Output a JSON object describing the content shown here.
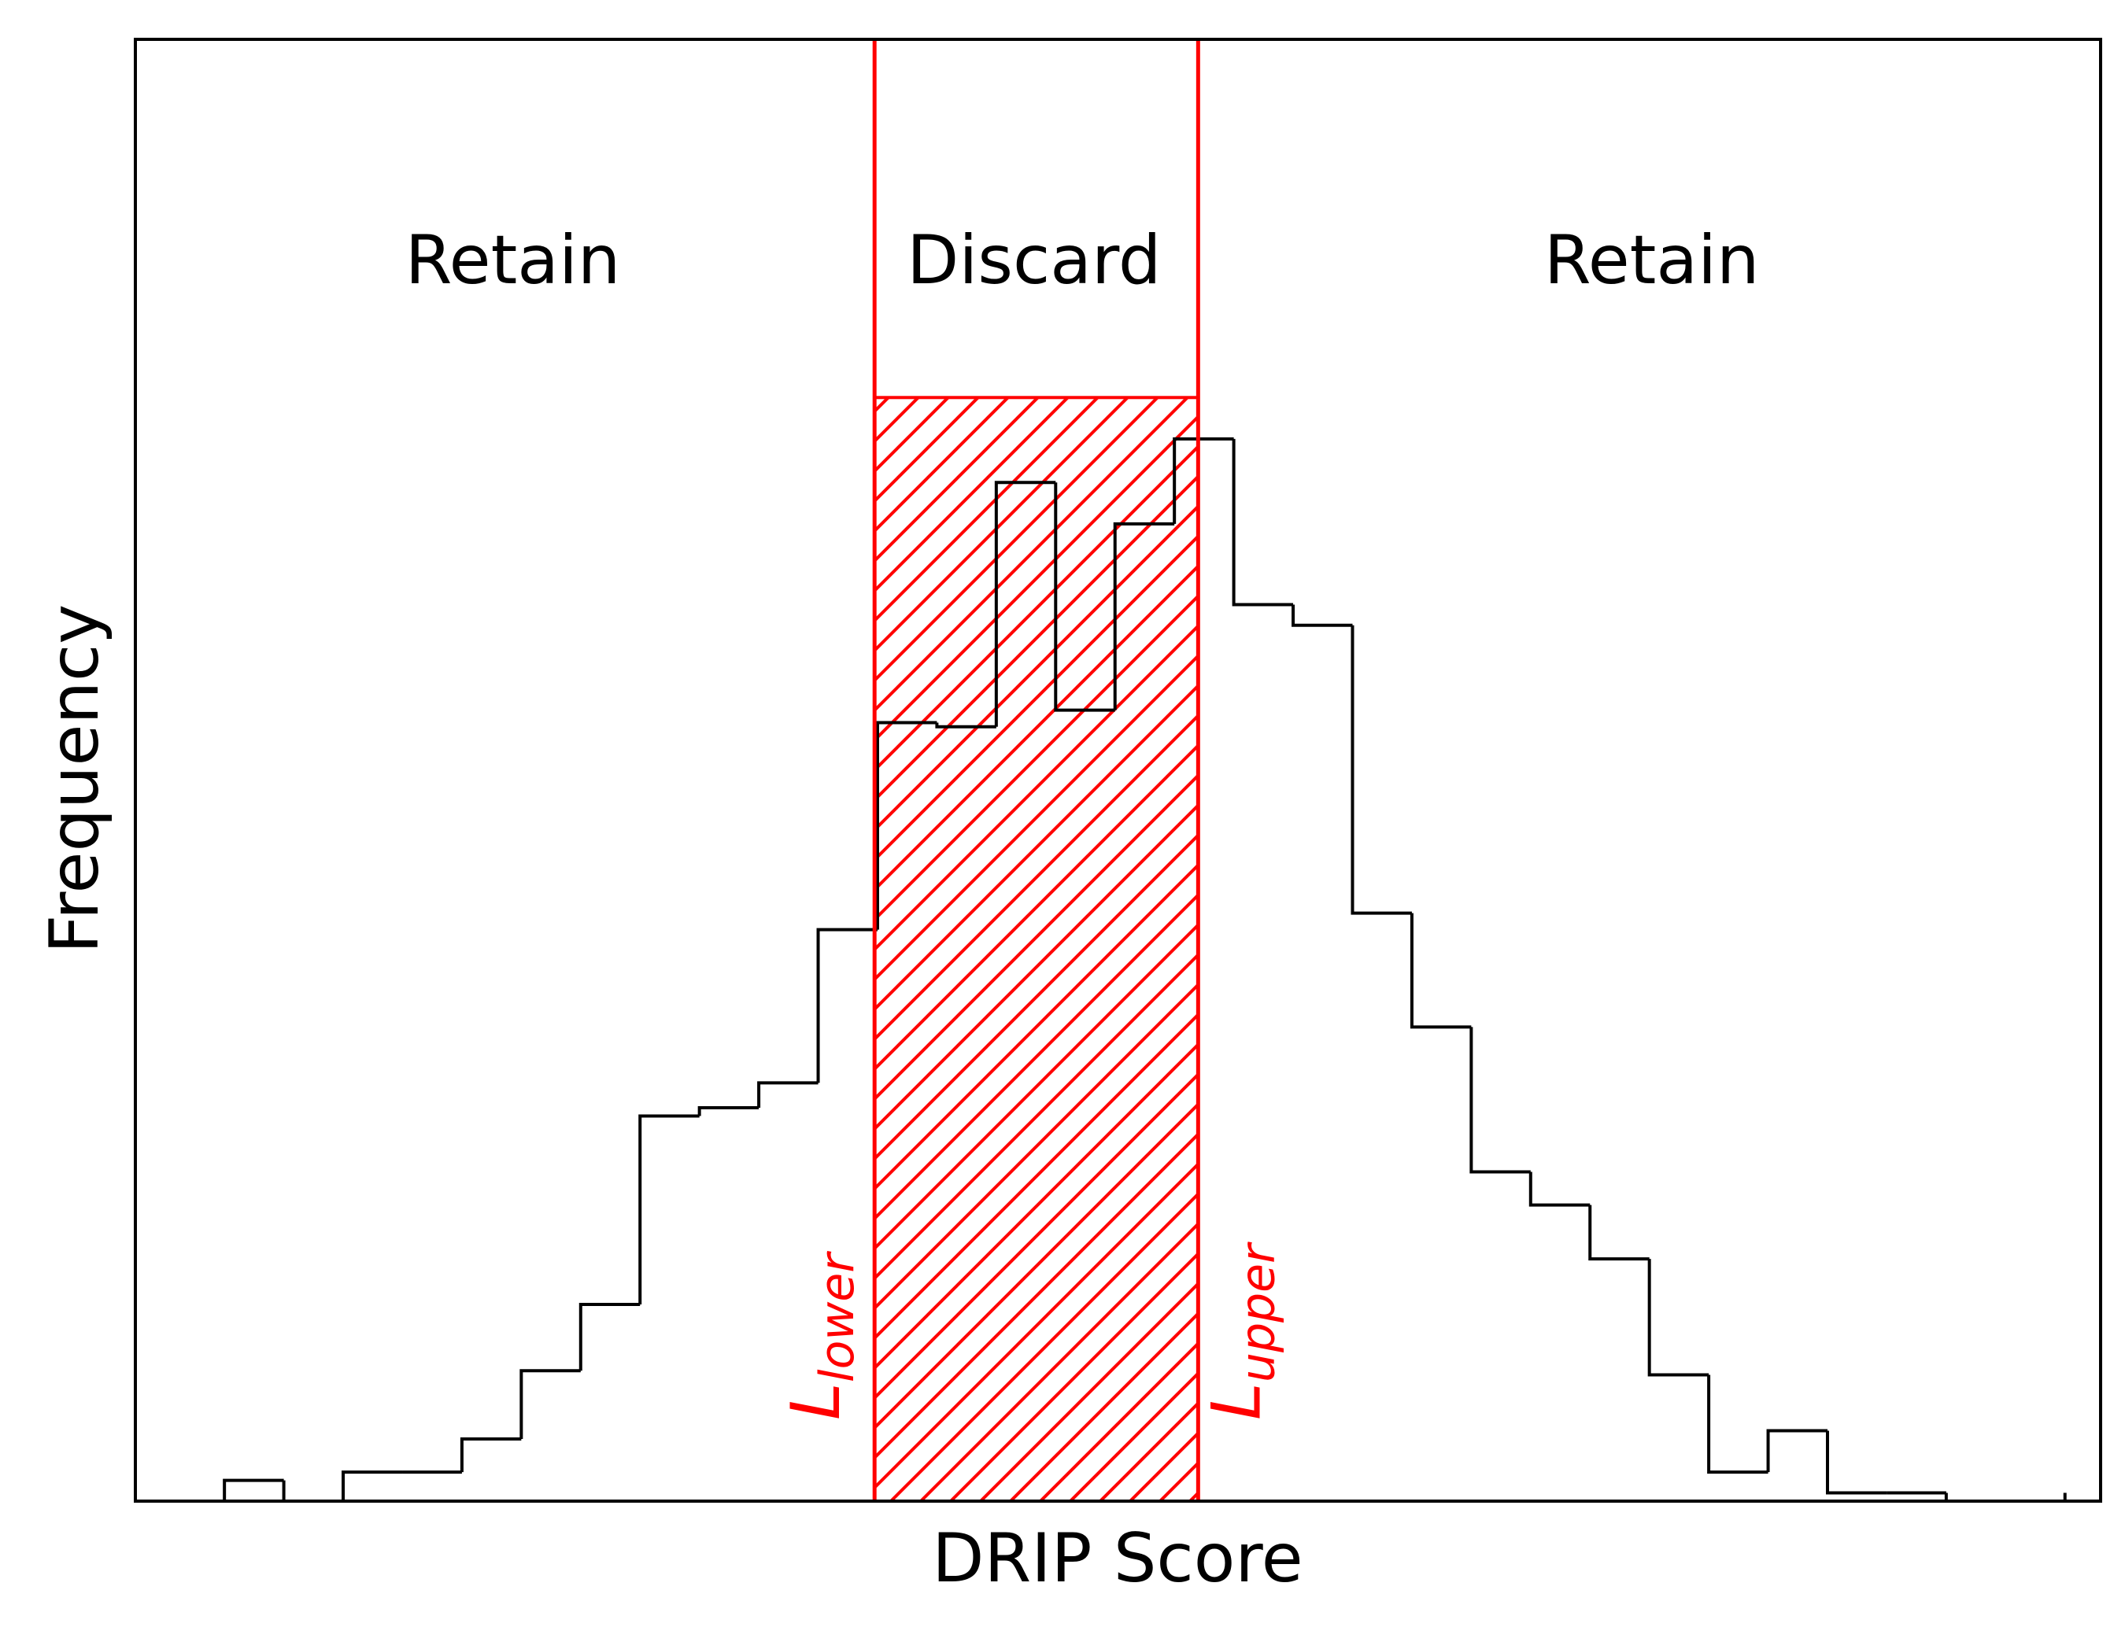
{
  "chart_data": {
    "type": "bar",
    "xlabel": "DRIP Score",
    "ylabel": "Frequency",
    "x_ticks_shown": false,
    "y_ticks_shown": false,
    "grid": false,
    "bin_edges": [
      0,
      1,
      2,
      3,
      4,
      5,
      6,
      7,
      8,
      9,
      10,
      11,
      12,
      13,
      14,
      15,
      16,
      17,
      18,
      19,
      20,
      21,
      22,
      23,
      24,
      25,
      26,
      27,
      28,
      29,
      30,
      31
    ],
    "frequencies": [
      1,
      0,
      1.4,
      1.4,
      3,
      6.3,
      9.5,
      18.6,
      19,
      20.2,
      27.6,
      37.6,
      37.4,
      49.2,
      38.2,
      47.2,
      51.3,
      43.3,
      42.3,
      28.4,
      22.9,
      15.9,
      14.3,
      11.7,
      6.1,
      1.4,
      3.4,
      0.4,
      0.4,
      0,
      0,
      0.4
    ],
    "xlim": [
      -1.5,
      31.6
    ],
    "ylim": [
      0,
      70.6
    ],
    "regions": [
      {
        "label": "Retain",
        "side": "left"
      },
      {
        "label": "Discard",
        "side": "middle"
      },
      {
        "label": "Retain",
        "side": "right"
      }
    ],
    "thresholds": [
      {
        "name": "lower",
        "symbol": "L",
        "subscript": "lower",
        "x": 10.95
      },
      {
        "name": "upper",
        "symbol": "L",
        "subscript": "upper",
        "x": 16.4
      }
    ],
    "discard_band": {
      "x_start": 10.95,
      "x_end": 16.4,
      "top": 53.3,
      "hatch": "diagonal"
    },
    "colors": {
      "histogram": "#000000",
      "threshold": "#ff0000",
      "frame": "#000000"
    }
  }
}
